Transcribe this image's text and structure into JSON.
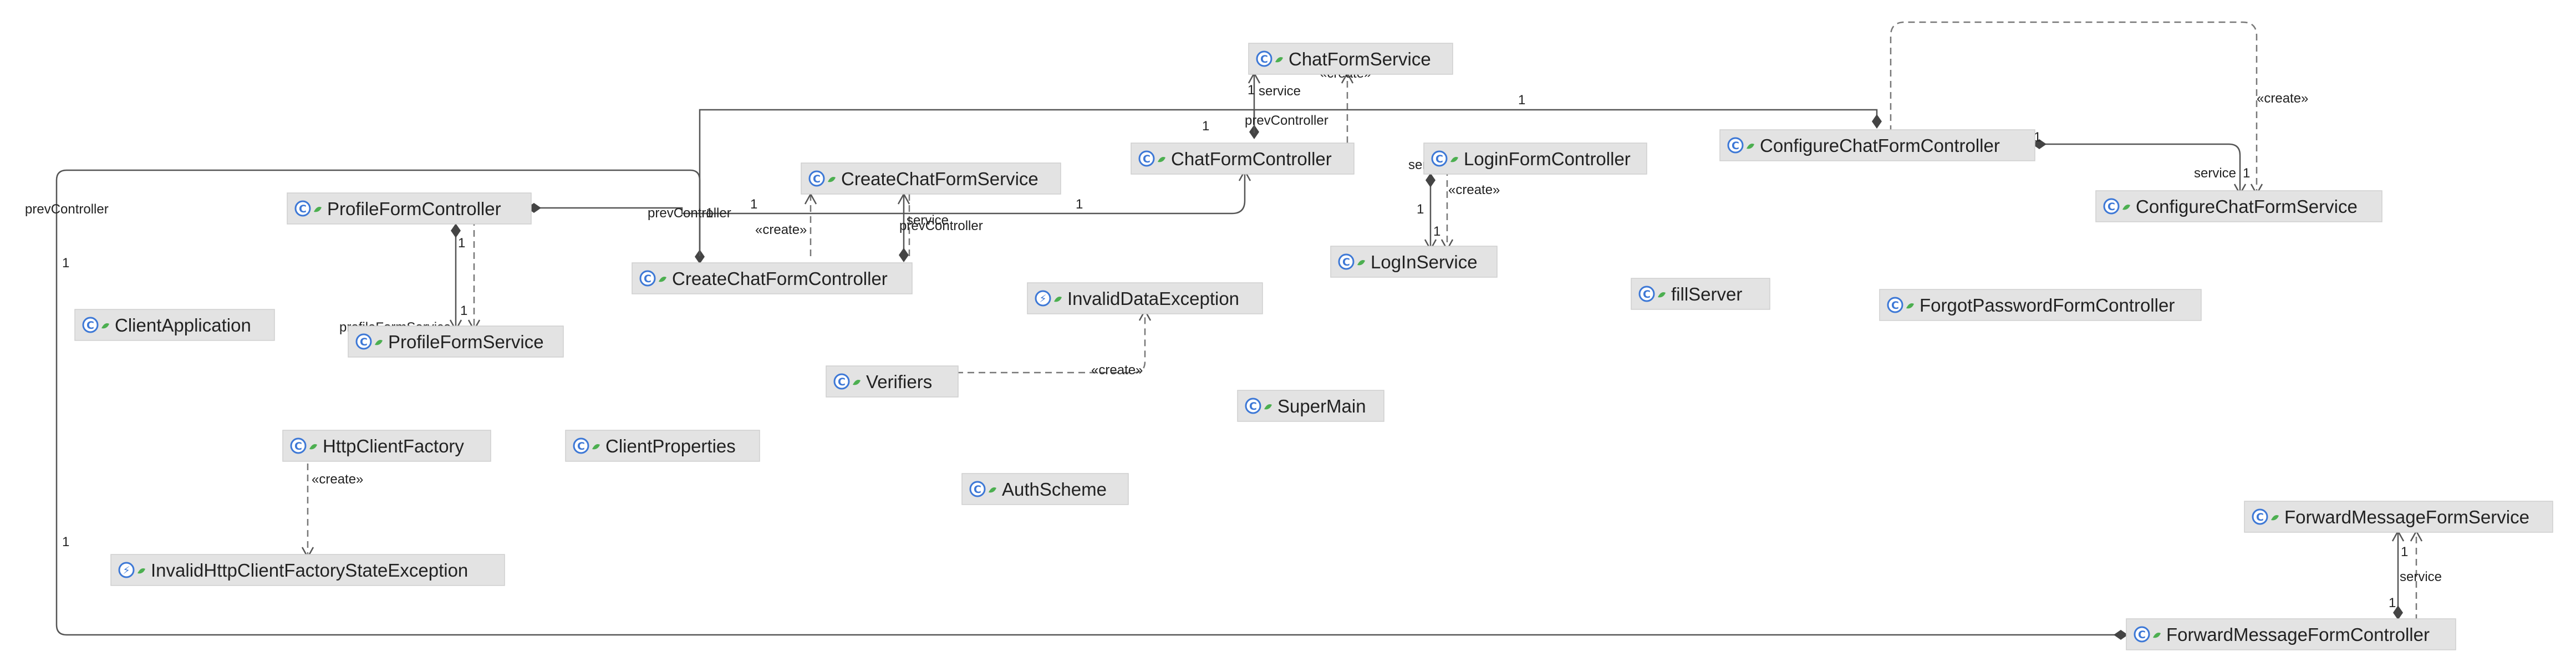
{
  "classes": {
    "chatFormService": "ChatFormService",
    "chatFormController": "ChatFormController",
    "loginFormController": "LoginFormController",
    "configureChatFormController": "ConfigureChatFormController",
    "createChatFormService": "CreateChatFormService",
    "profileFormController": "ProfileFormController",
    "configureChatFormService": "ConfigureChatFormService",
    "logInService": "LogInService",
    "createChatFormController": "CreateChatFormController",
    "fillServer": "fillServer",
    "invalidDataException": "InvalidDataException",
    "forgotPasswordFormController": "ForgotPasswordFormController",
    "clientApplication": "ClientApplication",
    "profileFormService": "ProfileFormService",
    "verifiers": "Verifiers",
    "superMain": "SuperMain",
    "httpClientFactory": "HttpClientFactory",
    "clientProperties": "ClientProperties",
    "authScheme": "AuthScheme",
    "forwardMessageFormService": "ForwardMessageFormService",
    "invalidHttpClientFactoryStateException": "InvalidHttpClientFactoryStateException",
    "forwardMessageFormController": "ForwardMessageFormController"
  },
  "badges": {
    "class": "C",
    "exception": "ⓔ"
  },
  "labels": {
    "one": "1",
    "service": "service",
    "create": "«create»",
    "prevController": "prevController",
    "profileFormService": "profileFormService"
  }
}
